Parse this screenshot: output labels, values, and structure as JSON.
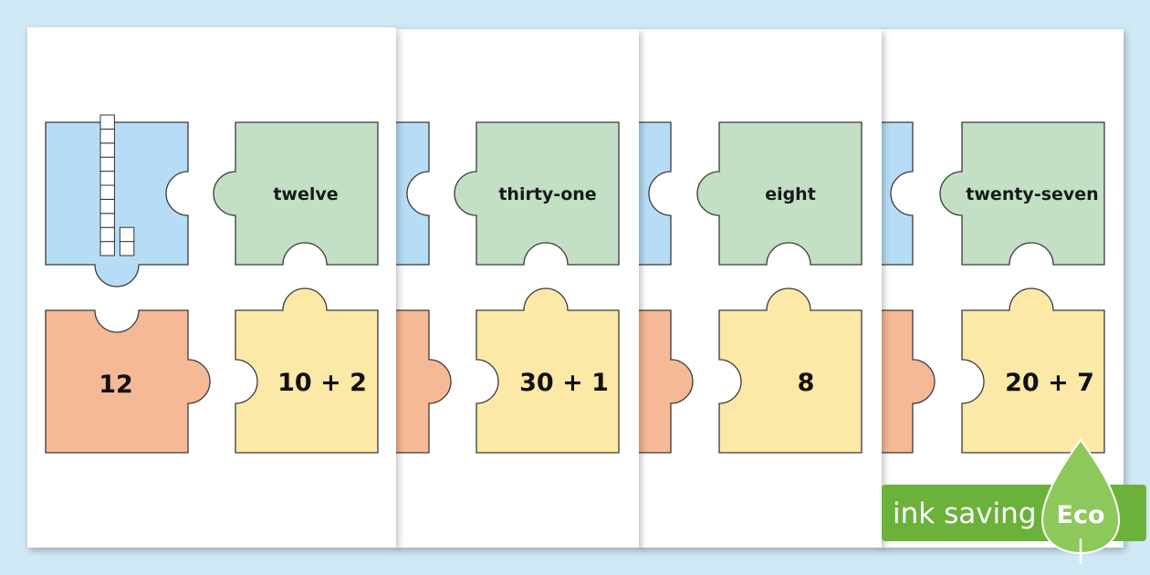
{
  "colors": {
    "background": "#cfe9f6",
    "sheet": "#ffffff",
    "blue_piece": "#b6ddf5",
    "green_piece": "#c3dfc4",
    "orange_piece": "#f5b995",
    "yellow_piece": "#fde9a7",
    "eco_green": "#6bb23a",
    "eco_leaf": "#8cc85a"
  },
  "sheets": [
    {
      "base_ten": {
        "tens_rods": 1,
        "ones_cubes": 2
      },
      "word": "twelve",
      "numeral": "12",
      "expression": "10 + 2"
    },
    {
      "word": "thirty-one",
      "expression": "30 + 1"
    },
    {
      "word": "eight",
      "expression": "8"
    },
    {
      "word": "twenty-seven",
      "expression": "20 + 7"
    }
  ],
  "eco_badge": {
    "label": "ink saving",
    "leaf_label": "Eco"
  }
}
